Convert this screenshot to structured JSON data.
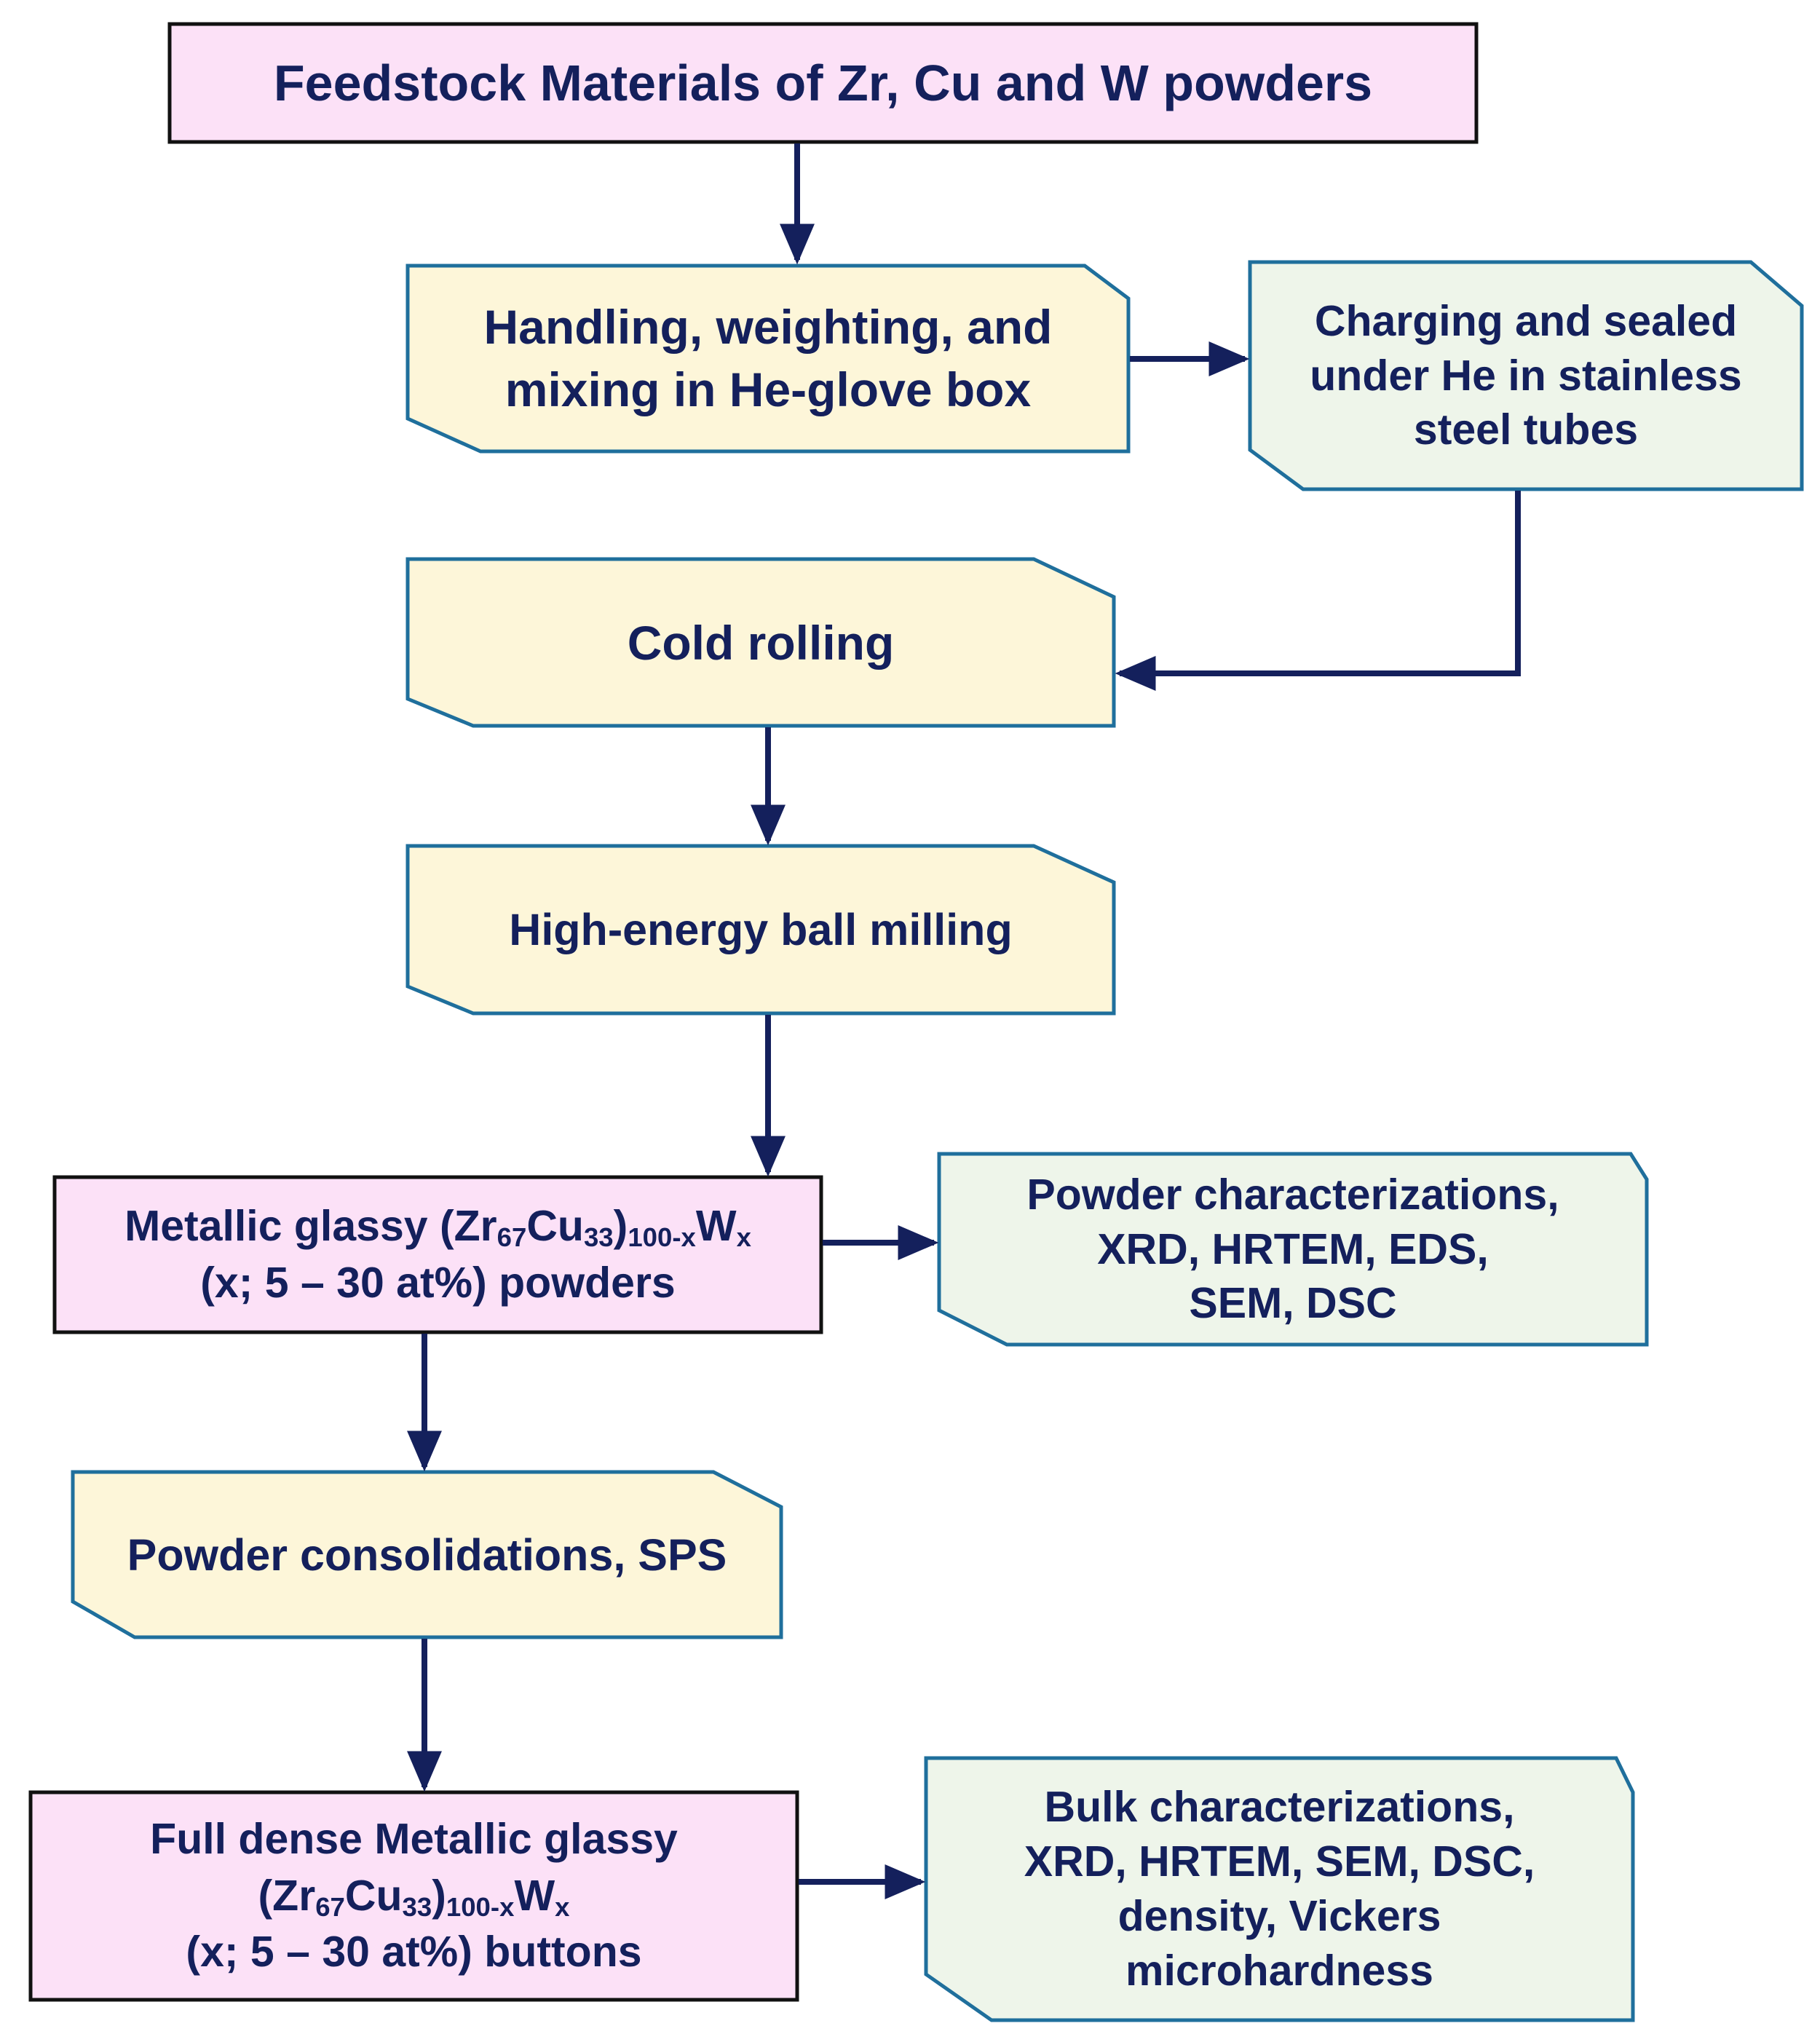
{
  "colors": {
    "pink_fill": "#fce1f7",
    "cream_fill": "#fdf6d9",
    "green_fill": "#eef5ea",
    "blue_border": "#1f6f9c",
    "black_border": "#111111",
    "arrow": "#14205c",
    "text": "#14205c"
  },
  "nodes": {
    "feedstock": {
      "line1": "Feedstock Materials of Zr, Cu and W powders"
    },
    "handling": {
      "line1": "Handling, weighting, and",
      "line2": "mixing in He-glove box"
    },
    "charging": {
      "line1": "Charging and sealed",
      "line2": "under He in stainless",
      "line3": "steel tubes"
    },
    "cold_rolling": {
      "line1": "Cold rolling"
    },
    "ball_milling": {
      "line1": "High-energy ball milling"
    },
    "metallic_powders": {
      "prefix": "Metallic glassy (Zr",
      "sub1": "67",
      "mid1": "Cu",
      "sub2": "33",
      "mid2": ")",
      "sub3": "100-x",
      "mid3": "W",
      "sub4": "x",
      "line2": "(x; 5 – 30 at%) powders"
    },
    "powder_char": {
      "line1": "Powder characterizations,",
      "line2": "XRD, HRTEM, EDS,",
      "line3": "SEM, DSC"
    },
    "consolidation": {
      "line1": "Powder consolidations, SPS"
    },
    "buttons": {
      "line1": "Full dense Metallic glassy",
      "f_open": "(Zr",
      "sub1": "67",
      "mid1": "Cu",
      "sub2": "33",
      "mid2": ")",
      "sub3": "100-x",
      "mid3": "W",
      "sub4": "x",
      "line3": "(x; 5 – 30 at%) buttons"
    },
    "bulk_char": {
      "line1": "Bulk characterizations,",
      "line2": "XRD, HRTEM, SEM, DSC,",
      "line3": "density, Vickers",
      "line4": "microhardness"
    }
  }
}
